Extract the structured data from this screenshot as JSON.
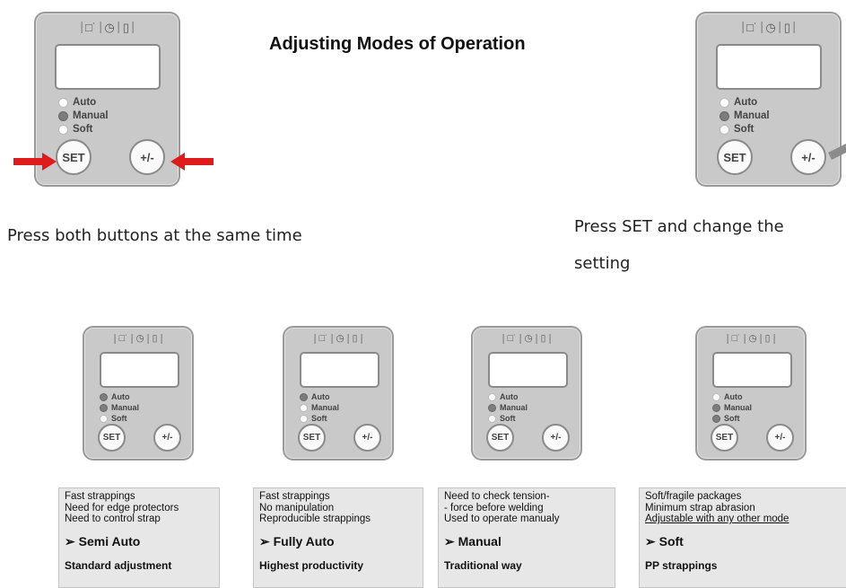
{
  "title": "Adjusting Modes of Operation",
  "captions": {
    "left": "Press both buttons at the same time",
    "right_line1": "Press SET and change the",
    "right_line2": "setting"
  },
  "device_labels": {
    "modes": [
      "Auto",
      "Manual",
      "Soft"
    ],
    "set_button": "SET",
    "plus_minus_button": "+/-",
    "top_icons": [
      "□˙",
      "◷",
      "▯"
    ]
  },
  "devices": [
    {
      "id": "top-left",
      "active_modes": [
        "Manual"
      ]
    },
    {
      "id": "top-right",
      "active_modes": [
        "Manual"
      ]
    },
    {
      "id": "bottom-1",
      "active_modes": [
        "Auto",
        "Manual"
      ]
    },
    {
      "id": "bottom-2",
      "active_modes": [
        "Auto"
      ]
    },
    {
      "id": "bottom-3",
      "active_modes": [
        "Manual"
      ]
    },
    {
      "id": "bottom-4",
      "active_modes": [
        "Manual",
        "Soft"
      ]
    }
  ],
  "info_boxes": [
    {
      "lines": [
        "Fast strappings",
        "Need for edge protectors",
        "Need to control strap"
      ],
      "mode": "➢ Semi Auto",
      "sub": "Standard adjustment"
    },
    {
      "lines": [
        "Fast strappings",
        "No manipulation",
        "Reproducible strappings"
      ],
      "mode": "➢ Fully Auto",
      "sub": "Highest productivity"
    },
    {
      "lines": [
        "Need to check tension-",
        "- force before welding",
        "Used to operate manualy"
      ],
      "mode": "➢ Manual",
      "sub": "Traditional way"
    },
    {
      "lines": [
        "Soft/fragile packages",
        "Minimum strap abrasion",
        "Adjustable with any other mode"
      ],
      "mode": "➢ Soft",
      "sub": "PP strappings"
    }
  ],
  "colors": {
    "arrow_red": "#e01b1b",
    "arrow_gray": "#8c8c8c",
    "panel": "#c9c9c9",
    "indicator_on": "#7d7d7d"
  }
}
